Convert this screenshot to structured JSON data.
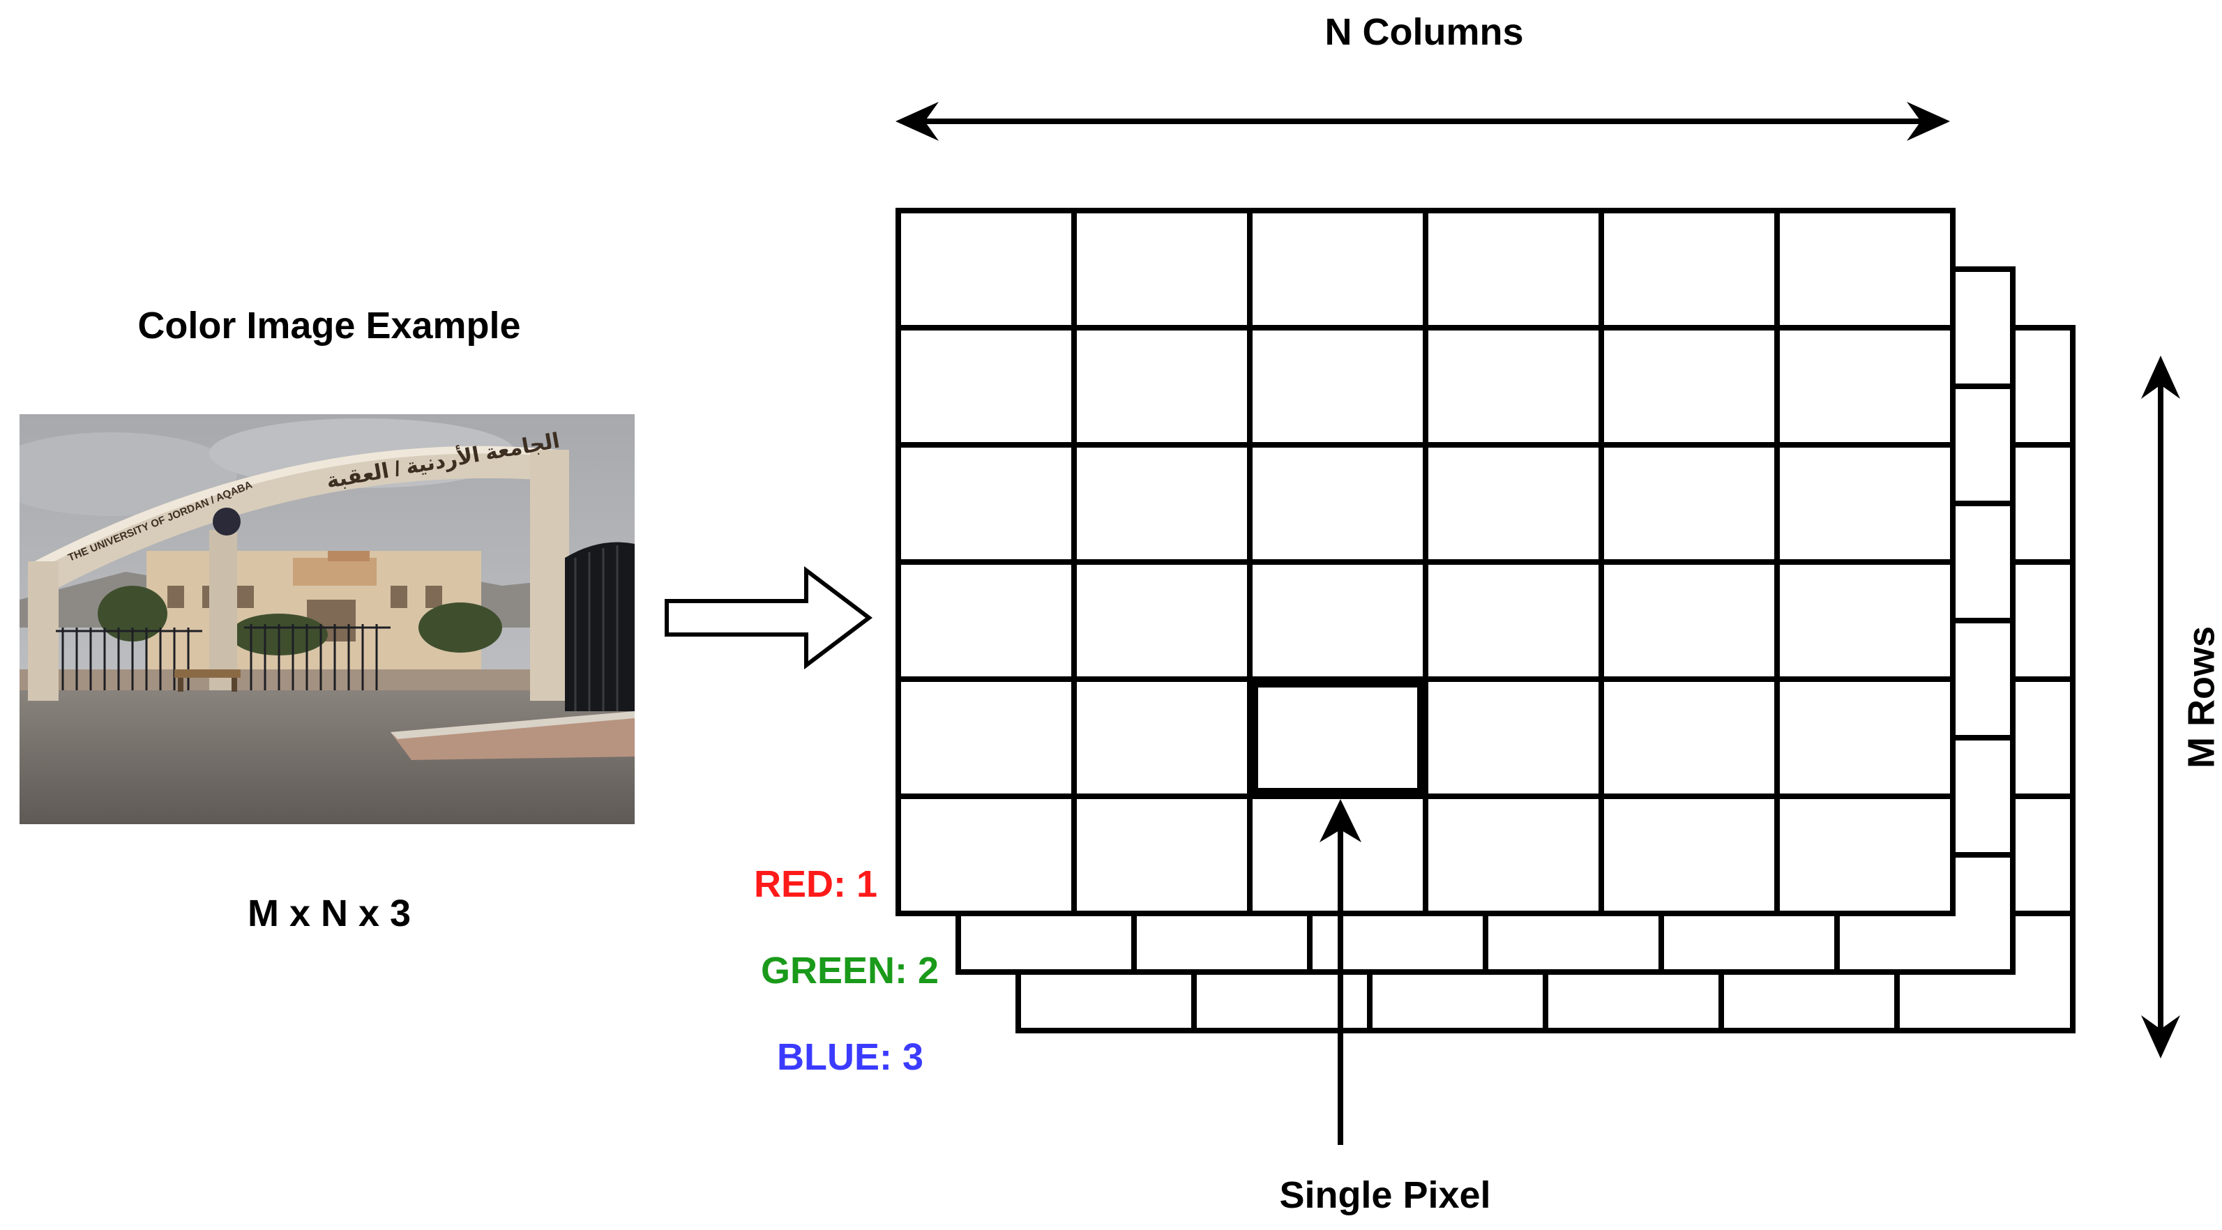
{
  "labels": {
    "columns": "N Columns",
    "rows": "M Rows",
    "image_title": "Color Image Example",
    "dimensions": "M x N x 3",
    "pixel": "Single Pixel"
  },
  "photo": {
    "arch_text_english": "THE UNIVERSITY OF JORDAN / AQABA",
    "arch_text_arabic": "الجامعة الأردنية / العقبة"
  },
  "channels": [
    {
      "label": "RED: 1",
      "color": "#ff1a1a"
    },
    {
      "label": "GREEN: 2",
      "color": "#1a9a1a"
    },
    {
      "label": "BLUE: 3",
      "color": "#3b3bff"
    }
  ],
  "grid": {
    "columns": 6,
    "rows": 6,
    "layers": 3,
    "highlight_row": 5,
    "highlight_col": 3
  }
}
